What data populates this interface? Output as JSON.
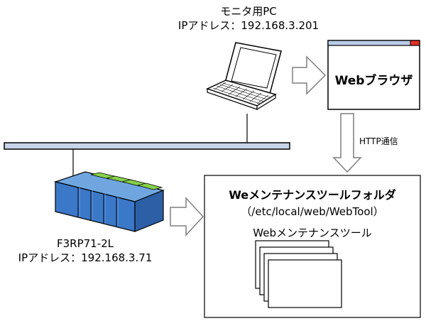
{
  "monitor_pc": {
    "name": "モニタ用PC",
    "ip": "IPアドレス：192.168.3.201"
  },
  "browser": {
    "label": "Webブラウザ"
  },
  "http_label": "HTTP通信",
  "plc": {
    "model": "F3RP71-2L",
    "ip": "IPアドレス：192.168.3.71"
  },
  "folder": {
    "title": "Weメンテナンスツールフォルダ",
    "path": "（/etc/local/web/WebTool）",
    "tool_label": "Webメンテナンスツール"
  },
  "colors": {
    "network_bar": "#c8d4e8",
    "plc_body": "#3b78c8",
    "plc_top": "#6fa6e0",
    "plc_green": "#86d04a",
    "browser_titlebar": "#b9cce9",
    "browser_close": "#e03028",
    "arrow_stroke": "#7f7f7f"
  },
  "icons": {
    "laptop": "laptop-icon",
    "plc": "plc-module-icon",
    "browser": "browser-window-icon"
  }
}
